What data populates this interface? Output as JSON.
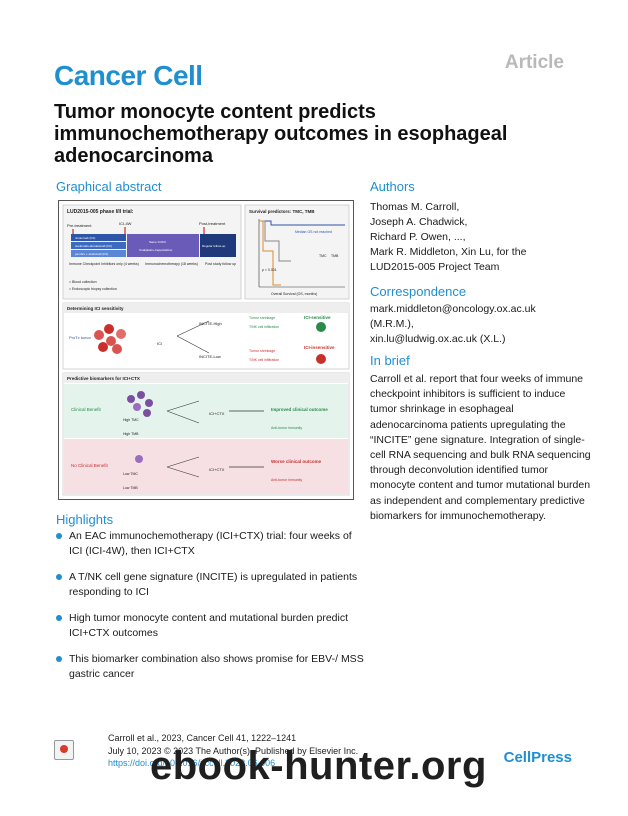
{
  "header": {
    "article_tag": "Article",
    "journal": "Cancer Cell",
    "title": "Tumor monocyte content predicts immunochemotherapy outcomes in esophageal adenocarcinoma"
  },
  "sections": {
    "graphical_abstract": "Graphical abstract",
    "authors": "Authors",
    "correspondence": "Correspondence",
    "in_brief": "In brief",
    "highlights": "Highlights"
  },
  "authors_lines": [
    "Thomas M. Carroll,",
    "Joseph A. Chadwick,",
    "Richard P. Owen, ...,",
    "Mark R. Middleton, Xin Lu,   for the",
    "LUD2015-005 Project Team"
  ],
  "correspondence_lines": [
    "mark.middleton@oncology.ox.ac.uk",
    "(M.R.M.),",
    "xin.lu@ludwig.ox.ac.uk (X.L.)"
  ],
  "in_brief": "Carroll et al. report that four weeks of immune checkpoint inhibitors is sufficient to induce tumor shrinkage in esophageal adenocarcinoma patients upregulating the “INCITE” gene signature. Integration of single-cell RNA sequencing and bulk RNA sequencing through deconvolution identified tumor monocyte content and tumor mutational burden as independent and complementary predictive biomarkers for immunochemotherapy.",
  "highlights": [
    "An EAC immunochemotherapy (ICI+CTX) trial: four weeks of ICI (ICI-4W), then ICI+CTX",
    "A T/NK cell gene signature (INCITE) is upregulated in patients responding to ICI",
    "High tumor monocyte content and mutational burden predict ICI+CTX outcomes",
    "This biomarker combination also shows promise for EBV-/ MSS gastric cancer"
  ],
  "graphical_abstract": {
    "trial": {
      "title": "LUD2015-005 phase I/II trial:",
      "pre_treatment": "Pre-treatment",
      "ici_4w": "ICI-4W",
      "post_treatment": "Post-treatment",
      "row1": "nivolumab (ICI)",
      "row2": "avelumab+durvalumab (ICI)",
      "row3": "pembro + avelumab (ICI)",
      "same_ici": "Same ICI/ICI",
      "chemo": "Oxaliplatin+Capecitabine",
      "regular": "Regular follow-up",
      "cap1": "Immune Checkpoint Inhibitors only (4 weeks)",
      "cap2": "Immunochemotherapy (18 weeks)",
      "cap3": "Post study follow up",
      "legend1": "= Blood collection",
      "legend2": "= Endoscopic biopsy collection"
    },
    "survival": {
      "title": "Survival predictors: TMC, TMB",
      "median": "Median OS not reached",
      "pval": "p < 0.001",
      "xlabel": "Overall Survival (OS, months)",
      "ylabel": "Cumulative Survival",
      "tmc": "TMC",
      "tmb": "TMB",
      "high": "High",
      "low": "Low"
    },
    "ici_section": {
      "title": "Determining ICI sensitivity",
      "protx": "ProTx tumor",
      "ici": "ICI",
      "incite_high": "INCITE-High",
      "incite_low": "INCITE-Low",
      "tumor_shrinkage": "Tumor shrinkage",
      "tnk_infiltration": "T/NK cell infiltration",
      "ici_sensitive": "ICI-sensitive",
      "ici_insensitive": "ICI-insensitive"
    },
    "biomarkers": {
      "title": "Predictive biomarkers for ICI+CTX",
      "clinical_benefit": "Clinical Benefit",
      "no_clinical_benefit": "No Clinical Benefit",
      "high_tmc": "High TMC",
      "high_tmb": "High TMB",
      "low_tmc": "Low TMC",
      "low_tmb": "Low TMB",
      "ici_ctx": "ICI+CTX",
      "improved": "Improved clinical outcome",
      "worse": "Worse clinical outcome",
      "anti_tumor": "Anti-tumor immunity"
    }
  },
  "citation_lines": [
    "Carroll et al., 2023, Cancer Cell 41, 1222–1241",
    "July 10, 2023 © 2023 The Author(s). Published by Elsevier Inc.",
    "https://doi.org/10.1016/j.ccell.2023.06.006"
  ],
  "cellpress": "CellPress",
  "watermark": "ebook-hunter.org",
  "colors": {
    "accent_blue": "#1f8fd0",
    "benefit_green": "#e4f3ec",
    "no_benefit_pink": "#f7e0e4"
  }
}
